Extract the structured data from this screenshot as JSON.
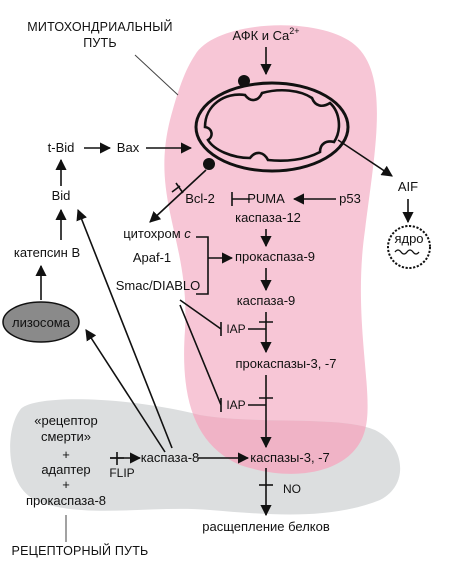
{
  "title_mito": [
    "МИТОХОНДРИАЛЬНЫЙ",
    "ПУТЬ"
  ],
  "title_receptor": "РЕЦЕПТОРНЫЙ ПУТЬ",
  "nodes": {
    "afk": "АФК и Ca",
    "afk_sup": "2+",
    "tbid": "t-Bid",
    "bax": "Bax",
    "bid": "Bid",
    "bcl2": "Bcl-2",
    "puma": "PUMA",
    "p53": "p53",
    "caspase12": "каспаза-12",
    "aif": "AIF",
    "nucleus": "ядро",
    "cathepsin": "катепсин В",
    "cytochrome": "цитохром ",
    "cytochrome_c": "c",
    "apaf": "Apaf-1",
    "smac": "Smac/DIABLO",
    "procaspase9": "прокаспаза-9",
    "caspase9": "каспаза-9",
    "lysosome": "лизосома",
    "iap1": "IAP",
    "procaspases37": "прокаспазы-3, -7",
    "iap2": "IAP",
    "death_receptor": [
      "«рецептор",
      "смерти»"
    ],
    "plus1": "+",
    "adapter": "адаптер",
    "plus2": "+",
    "procaspase8": "прокаспаза-8",
    "flip": "FLIP",
    "caspase8": "каспаза-8",
    "caspases37": "каспазы-3, -7",
    "no": "NO",
    "protein_cleavage": "расщепление белков"
  },
  "colors": {
    "mito_region": "#f7c6d6",
    "receptor_region": "#dcdedf",
    "overlap": "#f0b3c6",
    "lysosome_fill": "#8a8a8a",
    "line": "#111111"
  }
}
